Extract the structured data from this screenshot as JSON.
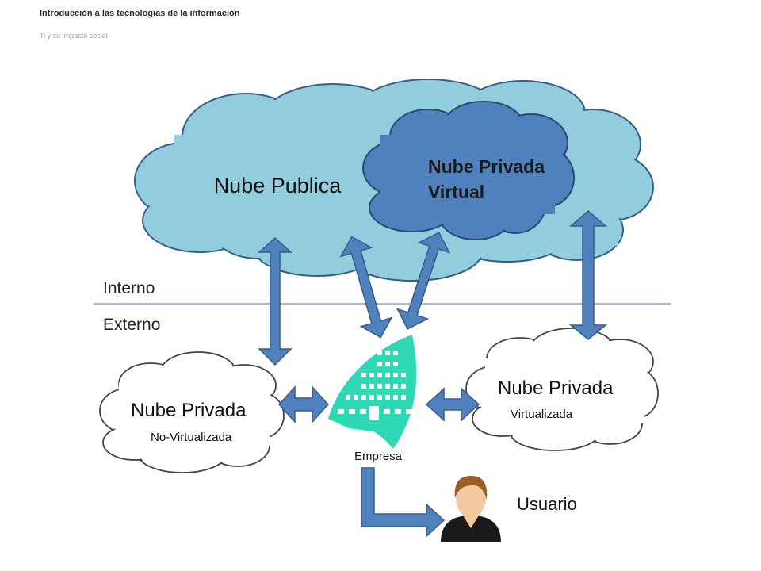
{
  "header": {
    "title": "Introducción a las tecnologías de la información",
    "subtitle": "Ti y su impacto social"
  },
  "diagram": {
    "public_cloud": "Nube Publica",
    "virtual_private_line1": "Nube Privada",
    "virtual_private_line2": "Virtual",
    "zone_internal": "Interno",
    "zone_external": "Externo",
    "private_left": "Nube Privada",
    "private_left_sub": "No-Virtualizada",
    "private_right": "Nube Privada",
    "private_right_sub": "Virtualizada",
    "company": "Empresa",
    "user": "Usuario"
  },
  "colors": {
    "public_cloud_fill": "#92cddd",
    "virtual_private_fill": "#4f81bd",
    "cloud_outline": "#385d8a",
    "arrow_fill": "#4f81bd",
    "company_icon": "#2fd8b4",
    "divider": "#8aa0c0"
  },
  "icons": {
    "company": "building-icon",
    "user": "user-avatar-icon"
  }
}
